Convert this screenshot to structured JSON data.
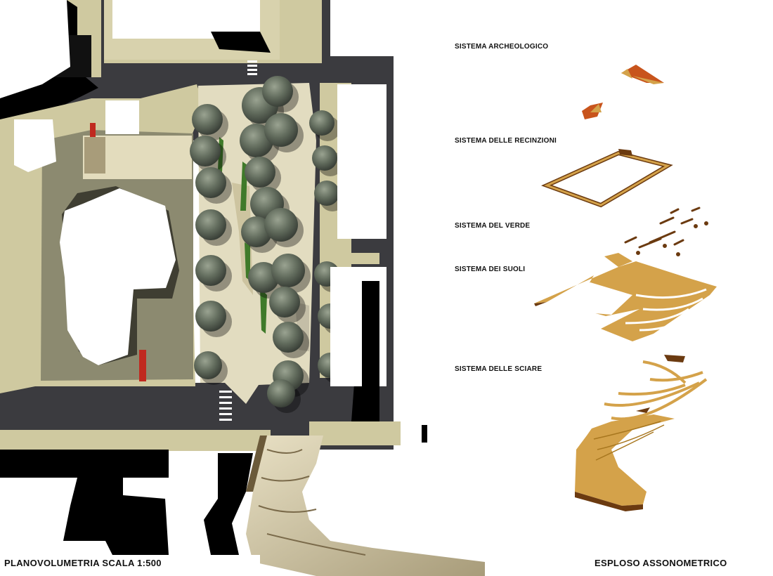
{
  "captions": {
    "plan": "PLANOVOLUMETRIA SCALA 1:500",
    "exploded": "ESPLOSO ASSONOMETRICO"
  },
  "systems": [
    {
      "label": "SISTEMA ARCHEOLOGICO"
    },
    {
      "label": "SISTEMA DELLE RECINZIONI"
    },
    {
      "label": "SISTEMA DEL VERDE"
    },
    {
      "label": "SISTEMA DEI SUOLI"
    },
    {
      "label": "SISTEMA DELLE SCIARE"
    }
  ],
  "colors": {
    "road": "#3b3b3f",
    "sidewalk": "#cfc9a0",
    "plot": "#8c8a70",
    "plaza": "#e2dcc0",
    "building": "#ffffff",
    "shadow": "#000000",
    "tree": "#5d6558",
    "accent_red": "#c0291f",
    "grass": "#3f7a2a",
    "axo_gold": "#d4a24a",
    "axo_dark": "#6b3a10",
    "axo_orange": "#c8541c"
  }
}
